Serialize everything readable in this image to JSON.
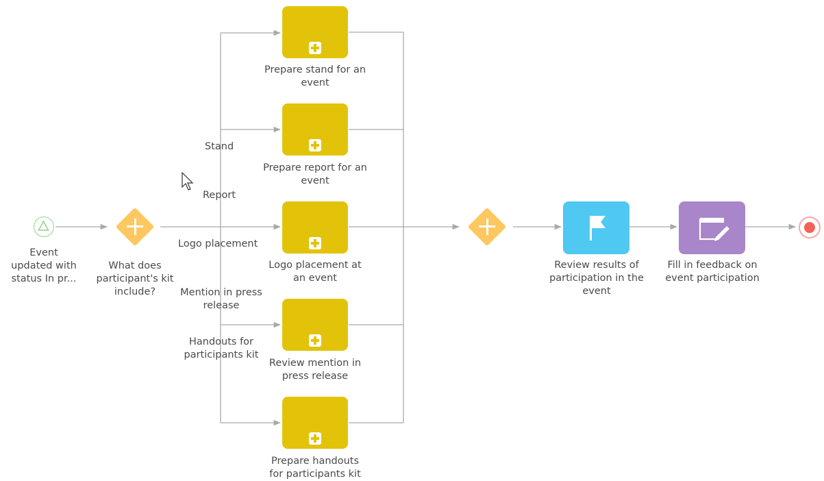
{
  "colors": {
    "subprocess": "#e3c30a",
    "user_task": "#4fc8f2",
    "script_task": "#a886c9",
    "gateway": "#fcc85f",
    "flow": "#a9a9a9",
    "start_event": "#8fd48c",
    "end_event": "#f26355",
    "text": "#4a4a4a"
  },
  "start_event": {
    "icon": "triangle-icon",
    "label_lines": [
      "Event",
      "updated with",
      "status In pr..."
    ]
  },
  "split_gateway": {
    "icon": "plus-icon",
    "label_lines": [
      "What does",
      "participant's kit",
      "include?"
    ]
  },
  "conditions": {
    "stand": [
      "Stand"
    ],
    "report": [
      "Report"
    ],
    "logo": [
      "Logo placement"
    ],
    "mention": [
      "Mention in press",
      "release"
    ],
    "handouts": [
      "Handouts for",
      "participants kit"
    ]
  },
  "subprocesses": [
    {
      "label_lines": [
        "Prepare stand for an",
        "event"
      ]
    },
    {
      "label_lines": [
        "Prepare report for an",
        "event"
      ]
    },
    {
      "label_lines": [
        "Logo placement at",
        "an event"
      ]
    },
    {
      "label_lines": [
        "Review mention in",
        "press release"
      ]
    },
    {
      "label_lines": [
        "Prepare handouts",
        "for participants kit"
      ]
    }
  ],
  "join_gateway": {
    "icon": "plus-icon"
  },
  "review_task": {
    "icon": "flag-icon",
    "label_lines": [
      "Review results of",
      "participation in the",
      "event"
    ]
  },
  "feedback_task": {
    "icon": "edit-page-icon",
    "label_lines": [
      "Fill in feedback on",
      "event participation"
    ]
  },
  "end_event": {
    "icon": "end-circle-icon"
  }
}
